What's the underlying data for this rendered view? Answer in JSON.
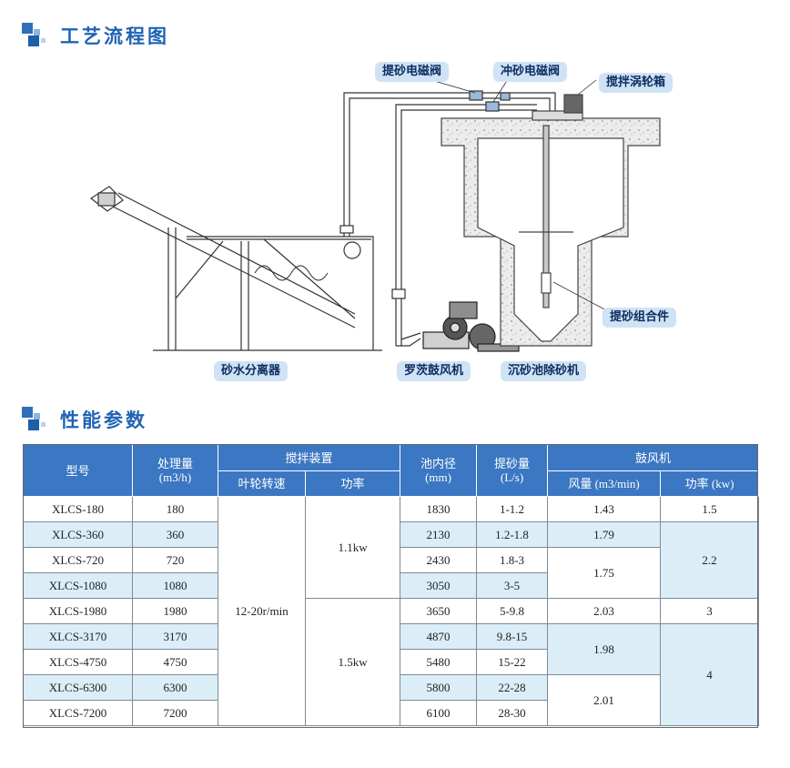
{
  "sections": {
    "process_title": "工艺流程图",
    "params_title": "性能参数"
  },
  "diagram_labels": {
    "sand_valve": "提砂电磁阀",
    "flush_valve": "冲砂电磁阀",
    "worm_gearbox": "搅拌涡轮箱",
    "sand_lift_assembly": "提砂组合件",
    "sand_water_separator": "砂水分离器",
    "roots_blower": "罗茨鼓风机",
    "grit_chamber": "沉砂池除砂机"
  },
  "table": {
    "headers": {
      "model": "型号",
      "capacity": "处理量",
      "capacity_unit": "(m3/h)",
      "mixer": "搅拌装置",
      "impeller_speed": "叶轮转速",
      "mixer_power": "功率",
      "diameter": "池内径",
      "diameter_unit": "(mm)",
      "sand_lift": "提砂量",
      "sand_lift_unit": "(L/s)",
      "blower": "鼓风机",
      "air_volume": "风量 (m3/min)",
      "blower_power": "功率 (kw)"
    },
    "speed": "12-20r/min",
    "mixer_power_1": "1.1kw",
    "mixer_power_2": "1.5kw",
    "rows": [
      {
        "model": "XLCS-180",
        "capacity": "180",
        "diameter": "1830",
        "sand": "1-1.2"
      },
      {
        "model": "XLCS-360",
        "capacity": "360",
        "diameter": "2130",
        "sand": "1.2-1.8"
      },
      {
        "model": "XLCS-720",
        "capacity": "720",
        "diameter": "2430",
        "sand": "1.8-3"
      },
      {
        "model": "XLCS-1080",
        "capacity": "1080",
        "diameter": "3050",
        "sand": "3-5"
      },
      {
        "model": "XLCS-1980",
        "capacity": "1980",
        "diameter": "3650",
        "sand": "5-9.8"
      },
      {
        "model": "XLCS-3170",
        "capacity": "3170",
        "diameter": "4870",
        "sand": "9.8-15"
      },
      {
        "model": "XLCS-4750",
        "capacity": "4750",
        "diameter": "5480",
        "sand": "15-22"
      },
      {
        "model": "XLCS-6300",
        "capacity": "6300",
        "diameter": "5800",
        "sand": "22-28"
      },
      {
        "model": "XLCS-7200",
        "capacity": "7200",
        "diameter": "6100",
        "sand": "28-30"
      }
    ],
    "air_volume": [
      "1.43",
      "1.79",
      "1.75",
      "2.03",
      "1.98",
      "2.01"
    ],
    "blower_power": [
      "1.5",
      "2.2",
      "3",
      "4"
    ]
  },
  "colors": {
    "accent_blue": "#1f63b5",
    "header_blue": "#3b77c2",
    "row_highlight": "#dbeef8",
    "label_bg": "#cfe3f5"
  }
}
